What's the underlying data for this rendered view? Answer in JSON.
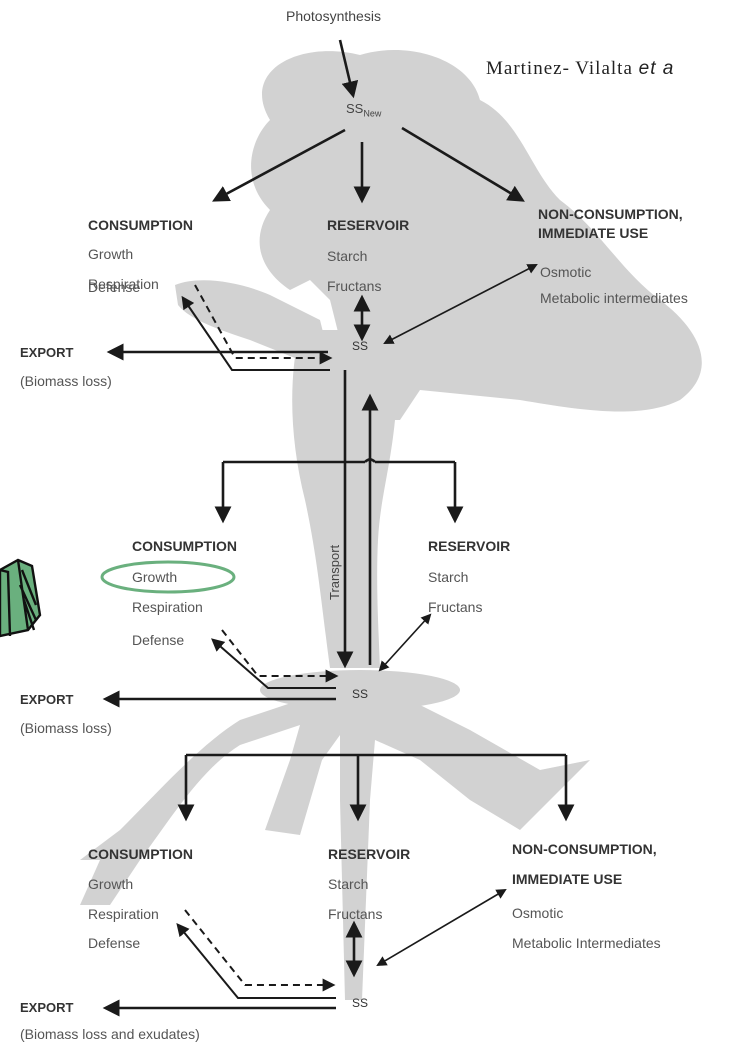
{
  "citation": {
    "authors": "Martinez- Vilalta",
    "etal": "et a"
  },
  "top": {
    "photosynthesis": "Photosynthesis",
    "ss_new": "SS",
    "ss_new_sub": "New"
  },
  "upper": {
    "consumption": {
      "title": "CONSUMPTION",
      "items": [
        "Growth",
        "Respiration",
        "Defense"
      ]
    },
    "reservoir": {
      "title": "RESERVOIR",
      "items": [
        "Starch",
        "Fructans"
      ]
    },
    "nonconsumption": {
      "title1": "NON-CONSUMPTION,",
      "title2": "IMMEDIATE USE",
      "items": [
        "Osmotic",
        "Metabolic intermediates"
      ]
    },
    "ss": "SS",
    "export": "EXPORT",
    "export_note": "(Biomass loss)"
  },
  "middle": {
    "transport": "Transport",
    "consumption": {
      "title": "CONSUMPTION",
      "items": [
        "Growth",
        "Respiration",
        "Defense"
      ]
    },
    "reservoir": {
      "title": "RESERVOIR",
      "items": [
        "Starch",
        "Fructans"
      ]
    },
    "ss": "SS",
    "export": "EXPORT",
    "export_note": "(Biomass loss)"
  },
  "lower": {
    "consumption": {
      "title": "CONSUMPTION",
      "items": [
        "Growth",
        "Respiration",
        "Defense"
      ]
    },
    "reservoir": {
      "title": "RESERVOIR",
      "items": [
        "Starch",
        "Fructans"
      ]
    },
    "nonconsumption": {
      "title1": "NON-CONSUMPTION,",
      "title2": "IMMEDIATE USE",
      "items": [
        "Osmotic",
        "Metabolic Intermediates"
      ]
    },
    "ss": "SS",
    "export": "EXPORT",
    "export_note": "(Biomass loss and exudates)"
  },
  "colors": {
    "tree": "#d2d2d2",
    "highlight": "#6ab07e",
    "arrow": "#1a1a1a"
  }
}
